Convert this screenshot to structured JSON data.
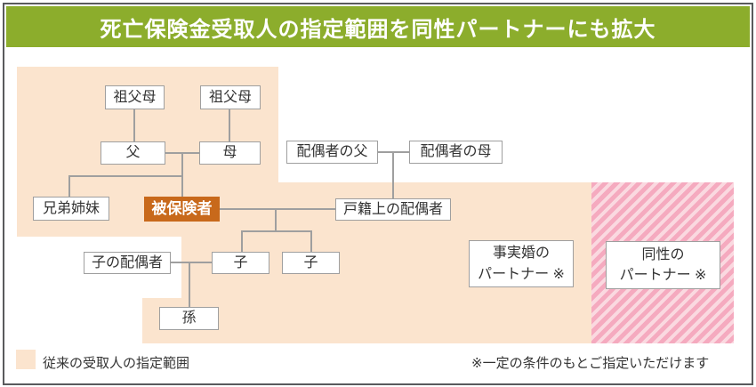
{
  "title": "死亡保険金受取人の指定範囲を同性パートナーにも拡大",
  "colors": {
    "header_green": "#8CAD2C",
    "coverage_beige": "#FBE4CE",
    "insured_orange": "#C8691B",
    "pink_stripe_dark": "#F5AABF",
    "pink_stripe_light": "#FAD9E0",
    "box_border_gray": "#9F9F9F",
    "frame_border_gray": "#595A5C",
    "text_dark": "#333333"
  },
  "nodes": {
    "grandparents_left": "祖父母",
    "grandparents_right": "祖父母",
    "father": "父",
    "mother": "母",
    "spouse_father": "配偶者の父",
    "spouse_mother": "配偶者の母",
    "siblings": "兄弟姉妹",
    "insured": "被保険者",
    "legal_spouse": "戸籍上の配偶者",
    "child_spouse": "子の配偶者",
    "child_1": "子",
    "child_2": "子",
    "grandchild": "孫",
    "defacto_partner": {
      "line1": "事実婚の",
      "line2": "パートナー ※"
    },
    "same_sex_partner": {
      "line1": "同性の",
      "line2": "パートナー ※"
    }
  },
  "legend": {
    "label": "従来の受取人の指定範囲"
  },
  "note": "※一定の条件のもとご指定いただけます"
}
